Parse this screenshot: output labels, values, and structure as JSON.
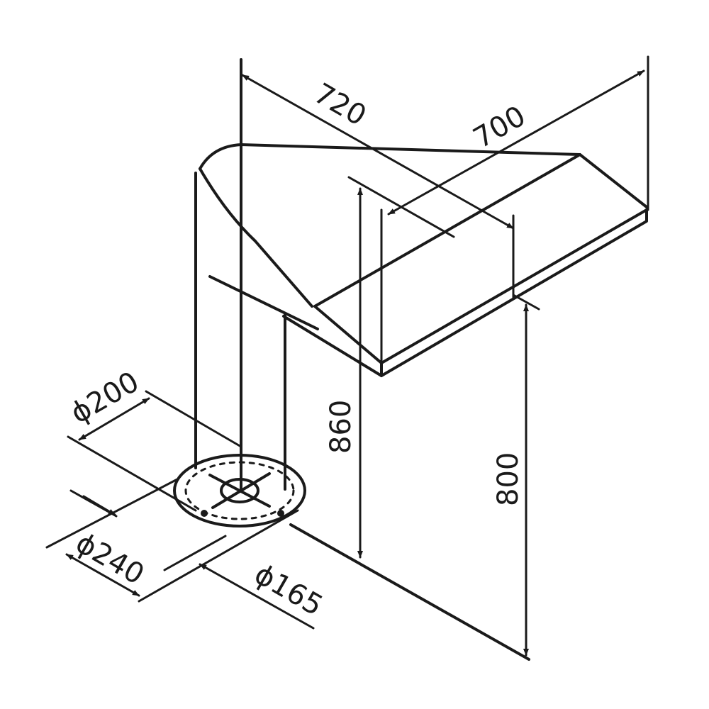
{
  "dimensions": {
    "width_720": "720",
    "depth_700": "700",
    "height_860": "860",
    "height_800": "800",
    "duct_200": "ϕ200",
    "flange_240": "ϕ240",
    "collar_165": "ϕ165"
  },
  "colors": {
    "line": "#1a1a1a",
    "background": "#ffffff"
  }
}
